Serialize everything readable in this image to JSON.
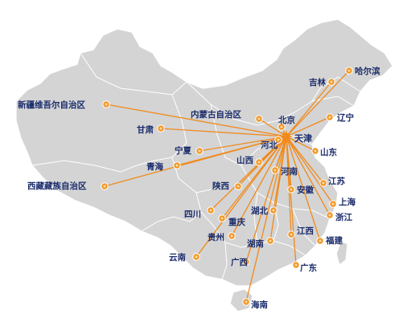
{
  "map": {
    "hub": "天津",
    "colors": {
      "land": "#d4d4d4",
      "border": "#ffffff",
      "route": "#f08a1c",
      "dot": "#f2941e",
      "label": "#1b2c6b"
    },
    "destinations": [
      "哈尔滨",
      "吉林",
      "辽宁",
      "北京",
      "内蒙古自治区",
      "新疆维吾尔自治区",
      "甘肃",
      "宁夏",
      "青海",
      "西藏藏族自治区",
      "河北",
      "山东",
      "山西",
      "河南",
      "江苏",
      "安徽",
      "陕西",
      "上海",
      "四川",
      "湖北",
      "浙江",
      "重庆",
      "江西",
      "贵州",
      "福建",
      "湖南",
      "云南",
      "广西",
      "广东",
      "海南"
    ]
  }
}
